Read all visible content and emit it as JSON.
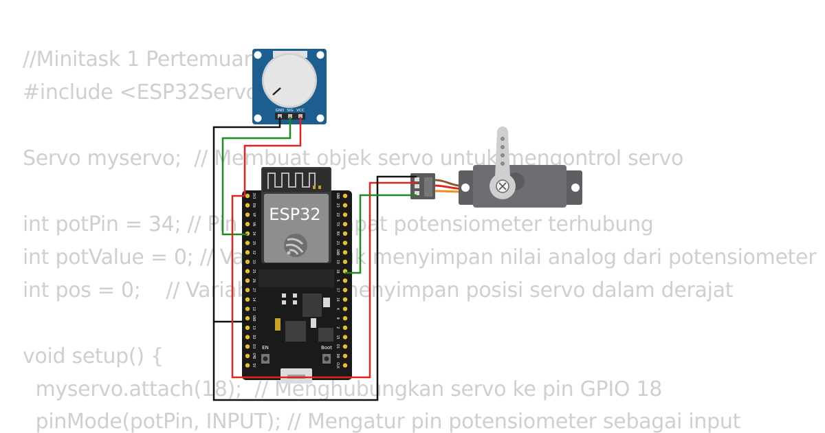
{
  "code_lines": [
    "//Minitask 1 Pertemuan",
    "#include <ESP32Servo.h>",
    "",
    "Servo myservo;  // Membuat objek servo untuk mengontrol servo",
    "",
    "int potPin = 34; // Pin ESP32 tempat potensiometer terhubung",
    "int potValue = 0; // Variabel untuk menyimpan nilai analog dari potensiometer",
    "int pos = 0;    // Variabel untuk menyimpan posisi servo dalam derajat",
    "",
    "void setup() {",
    "  myservo.attach(18);  // Menghubungkan servo ke pin GPIO 18",
    "  pinMode(potPin, INPUT); // Mengatur pin potensiometer sebagai input"
  ],
  "esp32": {
    "label": "ESP32",
    "left_pins": [
      "3V3",
      "EN",
      "VP",
      "VN",
      "34",
      "35",
      "32",
      "33",
      "25",
      "26",
      "27",
      "14",
      "12",
      "GND",
      "13",
      "D2",
      "D3",
      "CMD",
      "5V"
    ],
    "right_pins": [
      "GND",
      "23",
      "22",
      "TX",
      "RX",
      "21",
      "GND",
      "19",
      "18",
      "5",
      "17",
      "16",
      "4",
      "0",
      "2",
      "15",
      "D1",
      "D0",
      "CLK"
    ],
    "button_en": "EN",
    "button_boot": "Boot"
  },
  "potentiometer": {
    "pins": [
      "GND",
      "SIG",
      "VCC"
    ]
  },
  "colors": {
    "wire_black": "#111111",
    "wire_red": "#e2231a",
    "wire_green": "#1e8a1e",
    "esp_board": "#1a1a1a",
    "pot_board": "#1b5e8f",
    "servo_body": "#6d6e71"
  }
}
